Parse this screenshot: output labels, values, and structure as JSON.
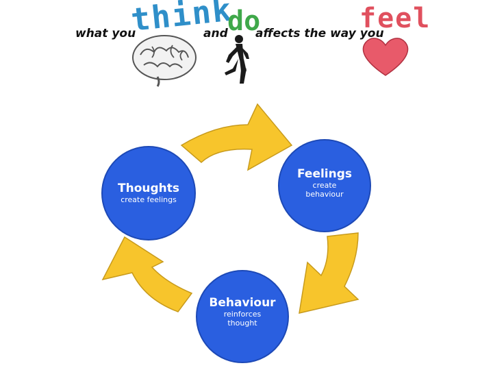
{
  "banner": {
    "phrase_1": "what you",
    "word_think": "think",
    "phrase_2": "and",
    "word_do": "do",
    "phrase_3": "affects the way you",
    "word_feel": "feel",
    "colors": {
      "think": "#2f8fc9",
      "do": "#3fa84a",
      "feel": "#e0505e",
      "phrase": "#111111"
    }
  },
  "cycle": {
    "nodes": [
      {
        "title": "Thoughts",
        "subtitle_lines": [
          "create feelings"
        ]
      },
      {
        "title": "Feelings",
        "subtitle_lines": [
          "create",
          "behaviour"
        ]
      },
      {
        "title": "Behaviour",
        "subtitle_lines": [
          "reinforces",
          "thought"
        ]
      }
    ],
    "colors": {
      "node_fill": "#2a5fe0",
      "node_text": "#ffffff",
      "arrow_fill": "#f7c52c",
      "arrow_stroke": "#c79a1c"
    }
  }
}
